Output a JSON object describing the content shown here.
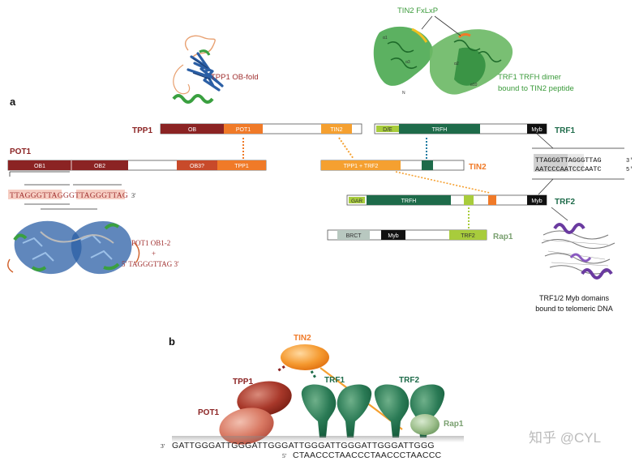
{
  "panel_a": {
    "label": "a",
    "tpp1_structure_caption": "TPP1 OB-fold",
    "tin2_motif_label": "TIN2 FxLxP",
    "trf1_dimer_caption_line1": "TRF1 TRFH dimer",
    "trf1_dimer_caption_line2": "bound to TIN2 peptide",
    "tpp1": {
      "name": "TPP1",
      "domains": [
        "OB",
        "POT1",
        "TIN2"
      ]
    },
    "pot1": {
      "name": "POT1",
      "domains": [
        "OB1",
        "OB2",
        "OB3?",
        "TPP1"
      ]
    },
    "trf1": {
      "name": "TRF1",
      "domains": [
        "D/E",
        "TRFH",
        "Myb"
      ]
    },
    "tin2": {
      "name": "TIN2",
      "domains": [
        "TPP1 + TRF2"
      ]
    },
    "trf2": {
      "name": "TRF2",
      "domains": [
        "GAR",
        "TRFH",
        "Myb"
      ]
    },
    "rap1": {
      "name": "Rap1",
      "domains": [
        "BRCT",
        "Myb",
        "TRF2"
      ]
    },
    "pot1_dna_seq": "TTAGGGTTAGGGTTAGGGTTAG",
    "pot1_dna_3prime": "3'",
    "pot1_complex_line1": "POT1 OB1-2",
    "pot1_complex_line2": "+",
    "pot1_complex_line3": "5' TAGGGTTAG 3'",
    "telo_box_top": "TTAGGGTTAGGGTTAG",
    "telo_box_top_end": "3'",
    "telo_box_bottom": "AATCCCAATCCCAATC",
    "telo_box_bottom_end": "5'",
    "myb_caption_line1": "TRF1/2 Myb domains",
    "myb_caption_line2": "bound to telomeric DNA"
  },
  "panel_b": {
    "label": "b",
    "tin2": "TIN2",
    "tpp1": "TPP1",
    "pot1": "POT1",
    "trf1": "TRF1",
    "trf2": "TRF2",
    "rap1": "Rap1",
    "strand_top_prefix": "3'",
    "strand_top": "GATTGGGATTGGGATTGGGATTGGGATTGGGATTGGGATTGGG",
    "strand_bottom_prefix": "5'",
    "strand_bottom": "CTAACCCTAACCCTAACCCTAACCC"
  },
  "watermark": "知乎 @CYL",
  "colors": {
    "dark_red": "#8b2323",
    "orange": "#f07a28",
    "light_orange": "#f5a030",
    "dark_green": "#1e6b4a",
    "light_green": "#a8cc3c",
    "green_text": "#3a9a3a",
    "sage": "#7aa070",
    "blue": "#2b5fa5",
    "purple": "#6a3aa0"
  }
}
